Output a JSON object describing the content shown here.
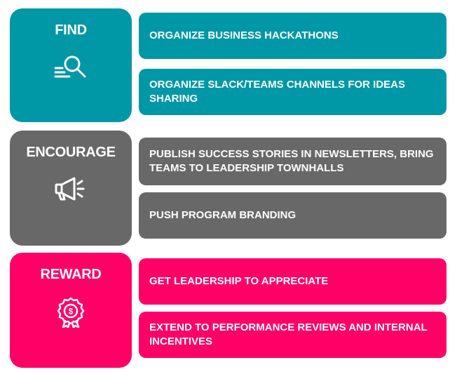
{
  "sections": [
    {
      "title": "FIND",
      "icon": "search-icon",
      "color": "#0097a7",
      "items": [
        "ORGANIZE BUSINESS HACKATHONS",
        "ORGANIZE SLACK/TEAMS CHANNELS FOR IDEAS SHARING"
      ]
    },
    {
      "title": "ENCOURAGE",
      "icon": "megaphone-icon",
      "color": "#686868",
      "items": [
        "PUBLISH SUCCESS STORIES IN NEWSLETTERS, BRING TEAMS TO LEADERSHIP TOWNHALLS",
        "PUSH PROGRAM BRANDING"
      ]
    },
    {
      "title": "REWARD",
      "icon": "award-badge-icon",
      "color": "#ff0066",
      "items": [
        "GET LEADERSHIP TO APPRECIATE",
        "EXTEND TO PERFORMANCE REVIEWS AND INTERNAL INCENTIVES"
      ]
    }
  ]
}
